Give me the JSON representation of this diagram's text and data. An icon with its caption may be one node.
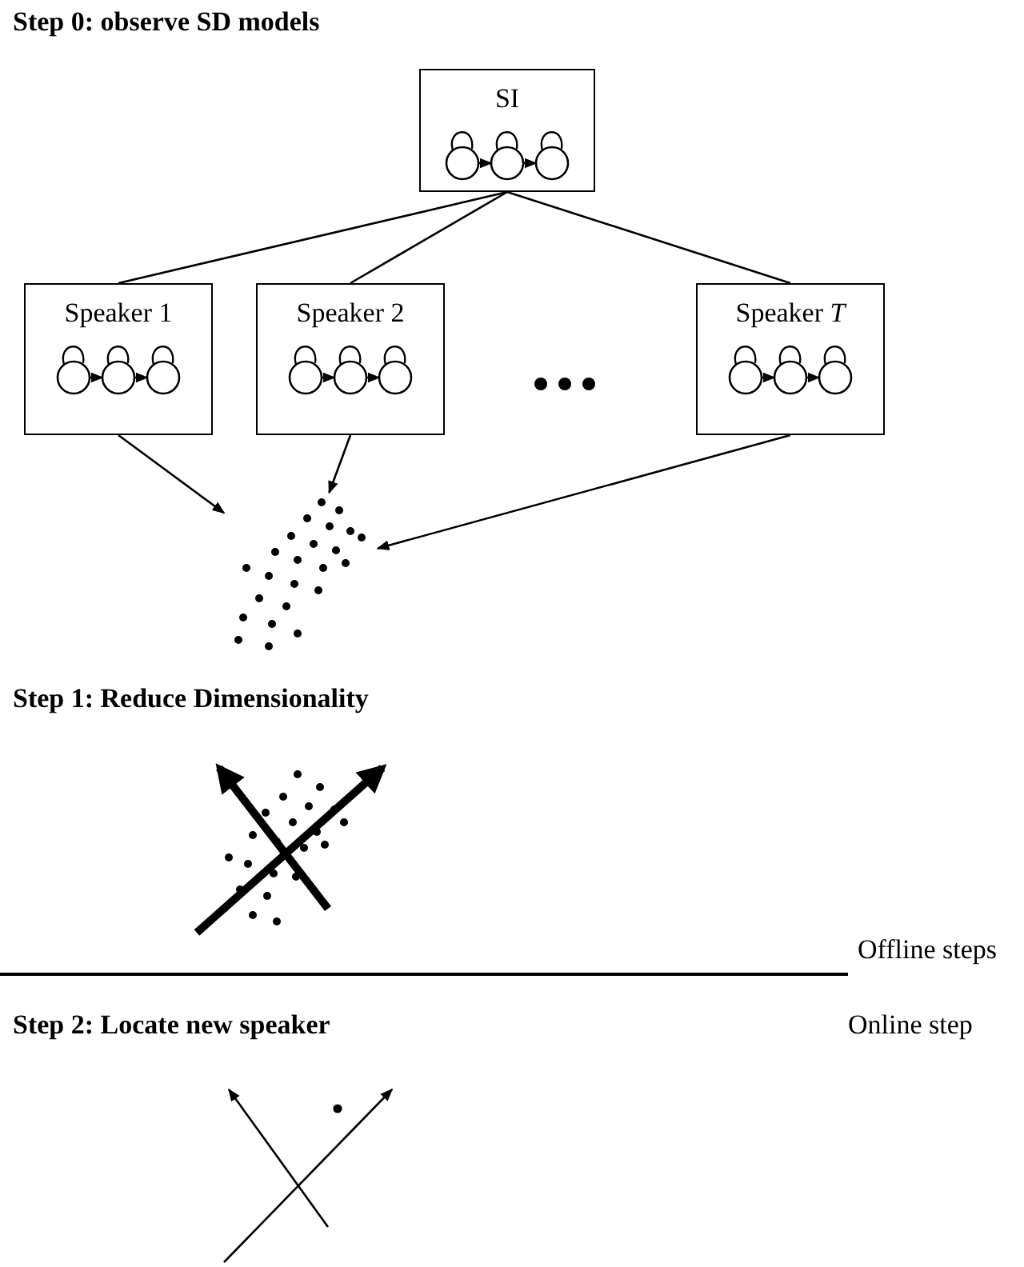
{
  "diagram": {
    "nodes": [
      {
        "text": [
          "SI"
        ]
      },
      {
        "text": [
          "Speaker 1"
        ]
      },
      {
        "text": [
          "Speaker 2"
        ]
      },
      {
        "text": [
          "Speaker *T*"
        ]
      },
      {
        "text": [],
        "shape": "dots"
      }
    ],
    "edges": [
      {
        "from": 0,
        "to": 1,
        "arrow": "none"
      },
      {
        "from": 0,
        "to": 2,
        "arrow": "none"
      },
      {
        "from": 0,
        "to": 3,
        "arrow": "none"
      },
      {
        "from": 1,
        "to": 4,
        "arrow": "to"
      },
      {
        "from": 2,
        "to": 4,
        "arrow": "to"
      },
      {
        "from": 3,
        "to": 4,
        "arrow": "to"
      }
    ],
    "labels": [
      "Step 0: observe SD models",
      "Step 1: Reduce Dimensionality",
      "Offline steps",
      "Step 2: Locate new speaker",
      "Online step"
    ]
  }
}
